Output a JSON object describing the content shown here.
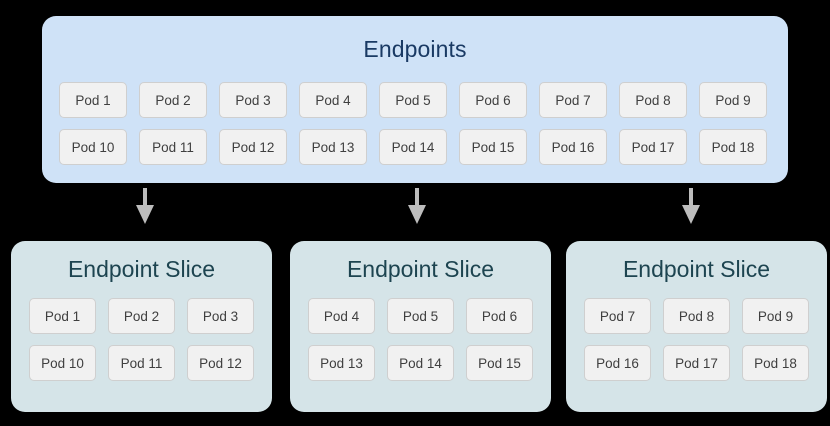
{
  "diagram": {
    "colors": {
      "page_background": "#000000",
      "endpoints_panel": "#cfe2f7",
      "endpoints_title_text": "#1a3a64",
      "slice_panel": "#d5e4e8",
      "slice_title_text": "#1d4450",
      "pod_fill": "#f1f1f1",
      "pod_border": "#cfcfcf",
      "pod_text": "#3f3f3f",
      "arrow": "#bdbdbd"
    },
    "endpoints": {
      "title": "Endpoints",
      "rows": [
        [
          "Pod 1",
          "Pod 2",
          "Pod 3",
          "Pod 4",
          "Pod 5",
          "Pod 6",
          "Pod 7",
          "Pod 8",
          "Pod 9"
        ],
        [
          "Pod 10",
          "Pod 11",
          "Pod 12",
          "Pod 13",
          "Pod 14",
          "Pod 15",
          "Pod 16",
          "Pod 17",
          "Pod 18"
        ]
      ]
    },
    "arrows": [
      {
        "name": "arrow-to-slice-1"
      },
      {
        "name": "arrow-to-slice-2"
      },
      {
        "name": "arrow-to-slice-3"
      }
    ],
    "slices": [
      {
        "title": "Endpoint Slice",
        "rows": [
          [
            "Pod 1",
            "Pod 2",
            "Pod 3"
          ],
          [
            "Pod 10",
            "Pod 11",
            "Pod 12"
          ]
        ]
      },
      {
        "title": "Endpoint Slice",
        "rows": [
          [
            "Pod 4",
            "Pod 5",
            "Pod 6"
          ],
          [
            "Pod 13",
            "Pod 14",
            "Pod 15"
          ]
        ]
      },
      {
        "title": "Endpoint Slice",
        "rows": [
          [
            "Pod 7",
            "Pod 8",
            "Pod 9"
          ],
          [
            "Pod 16",
            "Pod 17",
            "Pod 18"
          ]
        ]
      }
    ]
  }
}
